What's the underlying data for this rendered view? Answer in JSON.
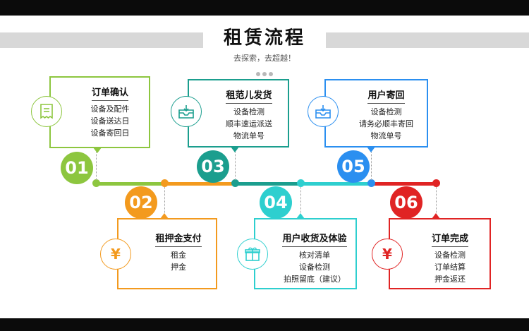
{
  "title": "租赁流程",
  "subtitle": "去探索，去超越！",
  "colors": {
    "step1": "#8dc63f",
    "step2": "#f39a1e",
    "step3": "#1b9e8e",
    "step4": "#2ecfcf",
    "step5": "#2b8ff0",
    "step6": "#e02424"
  },
  "steps": [
    {
      "number": "01",
      "title": "订单确认",
      "lines": [
        "设备及配件",
        "设备送达日",
        "设备寄回日"
      ],
      "icon": "receipt-icon"
    },
    {
      "number": "02",
      "title": "租押金支付",
      "lines": [
        "租金",
        "押金"
      ],
      "icon": "yen-icon"
    },
    {
      "number": "03",
      "title": "租范儿发货",
      "lines": [
        "设备检测",
        "顺丰速运派送",
        "物流单号"
      ],
      "icon": "outbox-icon"
    },
    {
      "number": "04",
      "title": "用户收货及体验",
      "lines": [
        "核对清单",
        "设备检测",
        "拍照留底（建议）"
      ],
      "icon": "gift-box-icon"
    },
    {
      "number": "05",
      "title": "用户寄回",
      "lines": [
        "设备检测",
        "请务必顺丰寄回",
        "物流单号"
      ],
      "icon": "outbox-icon"
    },
    {
      "number": "06",
      "title": "订单完成",
      "lines": [
        "设备检测",
        "订单结算",
        "押金返还"
      ],
      "icon": "yen-icon"
    }
  ]
}
